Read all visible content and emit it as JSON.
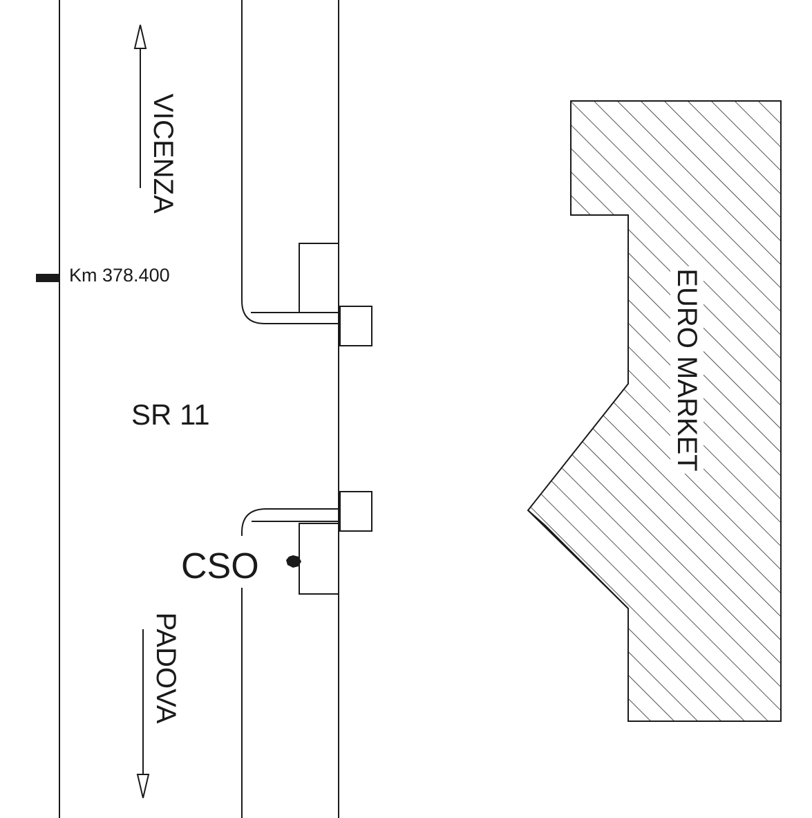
{
  "labels": {
    "north_direction": "VICENZA",
    "south_direction": "PADOVA",
    "road": "SR 11",
    "km_marker": "Km 378.400",
    "station": "CSO",
    "building": "EURO MARKET"
  },
  "colors": {
    "ink": "#1a1a1a",
    "background": "#ffffff"
  },
  "icons": {
    "north_arrow": "arrow-up-icon",
    "south_arrow": "arrow-down-icon",
    "km_marker": "km-tick-icon",
    "station": "station-dot-icon"
  }
}
